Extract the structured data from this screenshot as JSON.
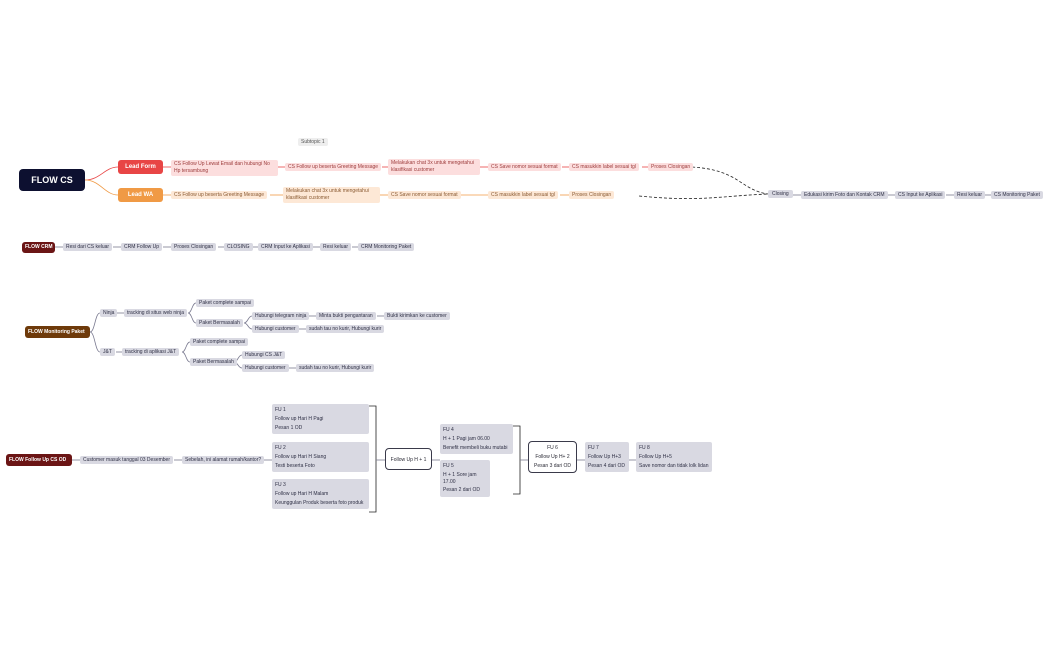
{
  "flow_cs": {
    "root": "FLOW CS",
    "subtopic": "Subtopic 1",
    "lead_form": {
      "label": "Lead Form",
      "steps": [
        "CS Follow Up Lewat Email dan hubungi No Hp tersambung",
        "CS Follow up beserta Greeting Message",
        "Melakukan chat 3x untuk mengetahui klasifikasi customer",
        "CS Save nomor sesuai format",
        "CS masukkin label sesuai tgl",
        "Proses Closingan"
      ]
    },
    "lead_wa": {
      "label": "Lead WA",
      "steps": [
        "CS Follow up beserta Greeting Message",
        "Melakukan chat 3x untuk mengetahui klasifikasi customer",
        "CS Save nomor sesuai format",
        "CS masukkin label sesuai tgl",
        "Proses Closingan"
      ]
    },
    "closing": [
      "Closing",
      "Edukasi kirim Foto dan Kontak CRM",
      "CS Input ke Aplikasi",
      "Resi keluar",
      "CS Monitoring Paket"
    ]
  },
  "flow_crm": {
    "root": "FLOW CRM",
    "steps": [
      "Resi dari CS keluar",
      "CRM Follow Up",
      "Proses Closingan",
      "CLOSING",
      "CRM Input ke Aplikasi",
      "Resi keluar",
      "CRM Monitoring Paket"
    ]
  },
  "flow_monitoring": {
    "root": "FLOW Monitoring Paket",
    "ninja": {
      "label": "Ninja",
      "tracking": "tracking di situs web ninja",
      "complete": "Paket complete sampai",
      "problem": "Paket Bermasalah",
      "contact_courier": "Hubungi telegram ninja",
      "proof": "Minta bukti pengantaran",
      "send_proof": "Bukti kirimkan ke customer",
      "contact_customer": "Hubungi customer",
      "already_known": "sudah tau no kurir, Hubungi kurir"
    },
    "jnt": {
      "label": "J&T",
      "tracking": "tracking di aplikasi J&T",
      "complete": "Paket complete sampai",
      "problem": "Paket Bermasalah",
      "contact_cs": "Hubungi CS J&T",
      "contact_customer": "Hubungi customer",
      "already_known": "sudah tau no kurir, Hubungi kurir"
    }
  },
  "flow_followup": {
    "root": "FLOW Follow Up CS OD",
    "customer": "Customer masuk tanggal 03 Desember",
    "ask": "Sebelah, ini alamat rumah/kantor?",
    "fu1": [
      "FU 1",
      "Follow up Hari H Pagi",
      "Pesan 1 OD"
    ],
    "fu2": [
      "FU 2",
      "Follow up Hari H Siang",
      "Testi beserta Foto"
    ],
    "fu3": [
      "FU 3",
      "Follow up Hari H Malam",
      "Keunggulan Produk beserta foto produk"
    ],
    "h1": "Follow Up H + 1",
    "fu4": [
      "FU 4",
      "H + 1 Pagi jam 06.00",
      "Benefit membeli buku mutabi"
    ],
    "fu5": [
      "FU 5",
      "H + 1 Sore jam 17.00",
      "Pesan 2 dari OD"
    ],
    "fu6_box": [
      "FU 6",
      "Follow Up H+ 2",
      "Pesan 3 dari OD"
    ],
    "fu7": [
      "FU 7",
      "Follow Up H+3",
      "Pesan 4 dari OD"
    ],
    "fu8": [
      "FU 8",
      "Follow Up H+5",
      "Save nomor dan tidak lolk lidan"
    ]
  }
}
